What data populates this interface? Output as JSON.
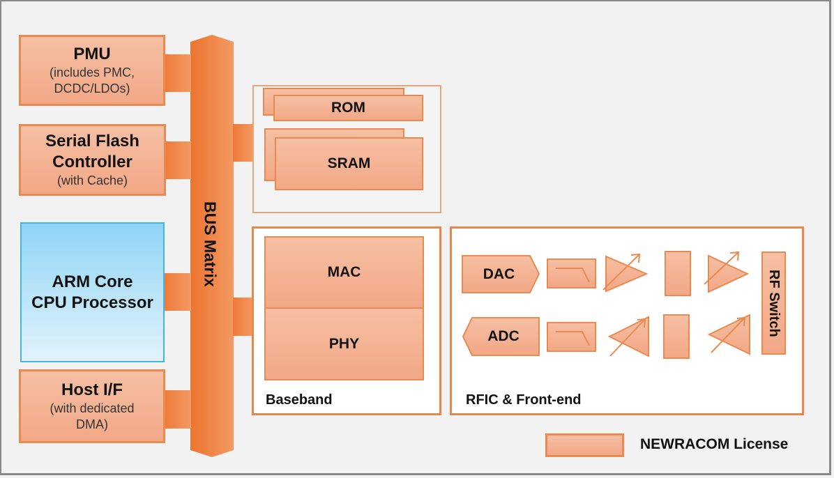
{
  "blocks": {
    "pmu": {
      "title": "PMU",
      "sub1": "(includes PMC,",
      "sub2": "DCDC/LDOs)"
    },
    "sfc": {
      "title1": "Serial Flash",
      "title2": "Controller",
      "sub": "(with Cache)"
    },
    "arm": {
      "title1": "ARM Core",
      "title2": "CPU Processor"
    },
    "host": {
      "title": "Host I/F",
      "sub1": "(with dedicated",
      "sub2": "DMA)"
    },
    "bus": {
      "label": "BUS Matrix"
    },
    "rom": {
      "label": "ROM"
    },
    "sram": {
      "label": "SRAM"
    },
    "mac": {
      "label": "MAC"
    },
    "phy": {
      "label": "PHY"
    },
    "baseband": {
      "label": "Baseband"
    },
    "rfic": {
      "label": "RFIC & Front-end",
      "dac": "DAC",
      "adc": "ADC",
      "rf_switch": "RF Switch"
    }
  },
  "legend": {
    "label": "NEWRACOM License"
  },
  "colors": {
    "license_fill": "#f4b294",
    "license_border": "#e98a50",
    "bus": "#ee7a3a",
    "arm_fill": "#a9dcf5",
    "arm_border": "#41b6e0"
  }
}
